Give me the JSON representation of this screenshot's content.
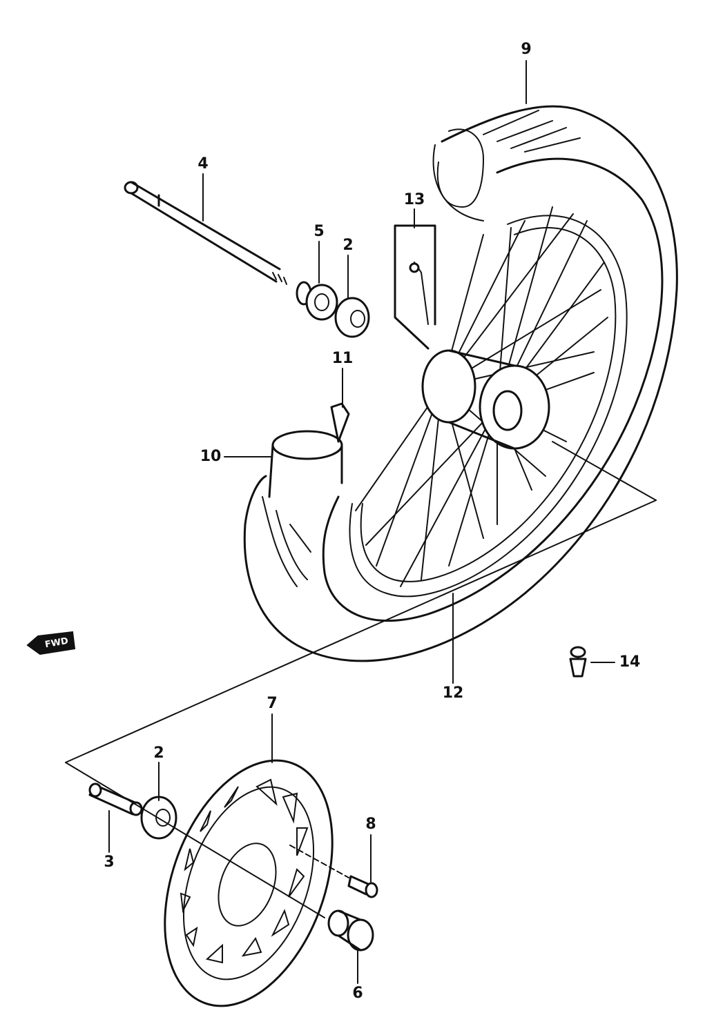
{
  "callouts": [
    {
      "id": "9",
      "label": "9"
    },
    {
      "id": "4",
      "label": "4"
    },
    {
      "id": "13",
      "label": "13"
    },
    {
      "id": "5",
      "label": "5"
    },
    {
      "id": "2a",
      "label": "2"
    },
    {
      "id": "11",
      "label": "11"
    },
    {
      "id": "10",
      "label": "10"
    },
    {
      "id": "14",
      "label": "14"
    },
    {
      "id": "12",
      "label": "12"
    },
    {
      "id": "7",
      "label": "7"
    },
    {
      "id": "2b",
      "label": "2"
    },
    {
      "id": "3",
      "label": "3"
    },
    {
      "id": "8",
      "label": "8"
    },
    {
      "id": "6",
      "label": "6"
    }
  ],
  "fwd_arrow": {
    "label": "FWD",
    "icon": "forward-arrow-icon"
  },
  "colors": {
    "ink": "#111111",
    "paper": "#ffffff"
  }
}
